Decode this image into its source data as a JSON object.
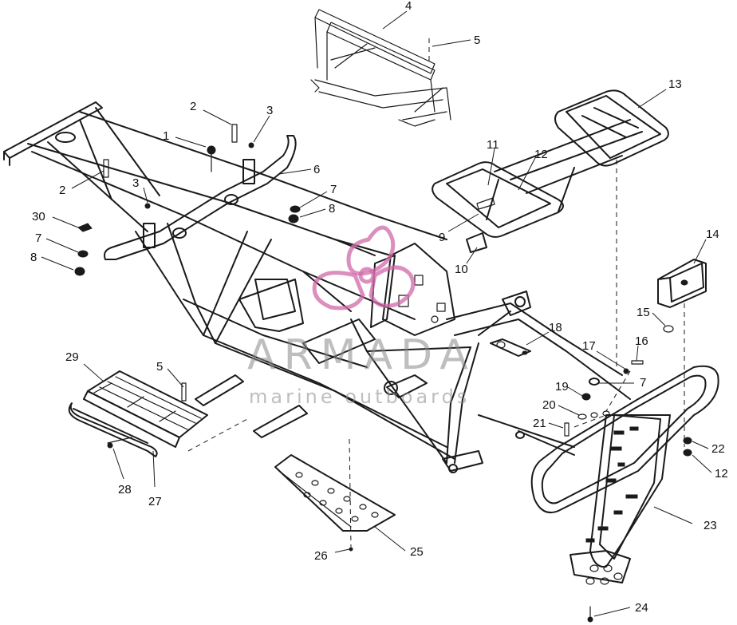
{
  "diagram": {
    "type": "exploded-parts-view",
    "callouts": [
      {
        "id": "c1",
        "label": "1"
      },
      {
        "id": "c2a",
        "label": "2"
      },
      {
        "id": "c3a",
        "label": "3"
      },
      {
        "id": "c4",
        "label": "4"
      },
      {
        "id": "c5a",
        "label": "5"
      },
      {
        "id": "c6",
        "label": "6"
      },
      {
        "id": "c2b",
        "label": "2"
      },
      {
        "id": "c3b",
        "label": "3"
      },
      {
        "id": "c7a",
        "label": "7"
      },
      {
        "id": "c8a",
        "label": "8"
      },
      {
        "id": "c30",
        "label": "30"
      },
      {
        "id": "c7b",
        "label": "7"
      },
      {
        "id": "c8b",
        "label": "8"
      },
      {
        "id": "c9",
        "label": "9"
      },
      {
        "id": "c10",
        "label": "10"
      },
      {
        "id": "c11",
        "label": "11"
      },
      {
        "id": "c12a",
        "label": "12"
      },
      {
        "id": "c13",
        "label": "13"
      },
      {
        "id": "c14",
        "label": "14"
      },
      {
        "id": "c15",
        "label": "15"
      },
      {
        "id": "c16",
        "label": "16"
      },
      {
        "id": "c17",
        "label": "17"
      },
      {
        "id": "c18",
        "label": "18"
      },
      {
        "id": "c7c",
        "label": "7"
      },
      {
        "id": "c19",
        "label": "19"
      },
      {
        "id": "c20",
        "label": "20"
      },
      {
        "id": "c21",
        "label": "21"
      },
      {
        "id": "c22",
        "label": "22"
      },
      {
        "id": "c12b",
        "label": "12"
      },
      {
        "id": "c23",
        "label": "23"
      },
      {
        "id": "c24",
        "label": "24"
      },
      {
        "id": "c25",
        "label": "25"
      },
      {
        "id": "c26",
        "label": "26"
      },
      {
        "id": "c27",
        "label": "27"
      },
      {
        "id": "c28",
        "label": "28"
      },
      {
        "id": "c29",
        "label": "29"
      },
      {
        "id": "c5b",
        "label": "5"
      }
    ]
  },
  "watermark": {
    "name": "ARMADA",
    "tagline": "marine outboards",
    "color": "#d06aa8"
  }
}
